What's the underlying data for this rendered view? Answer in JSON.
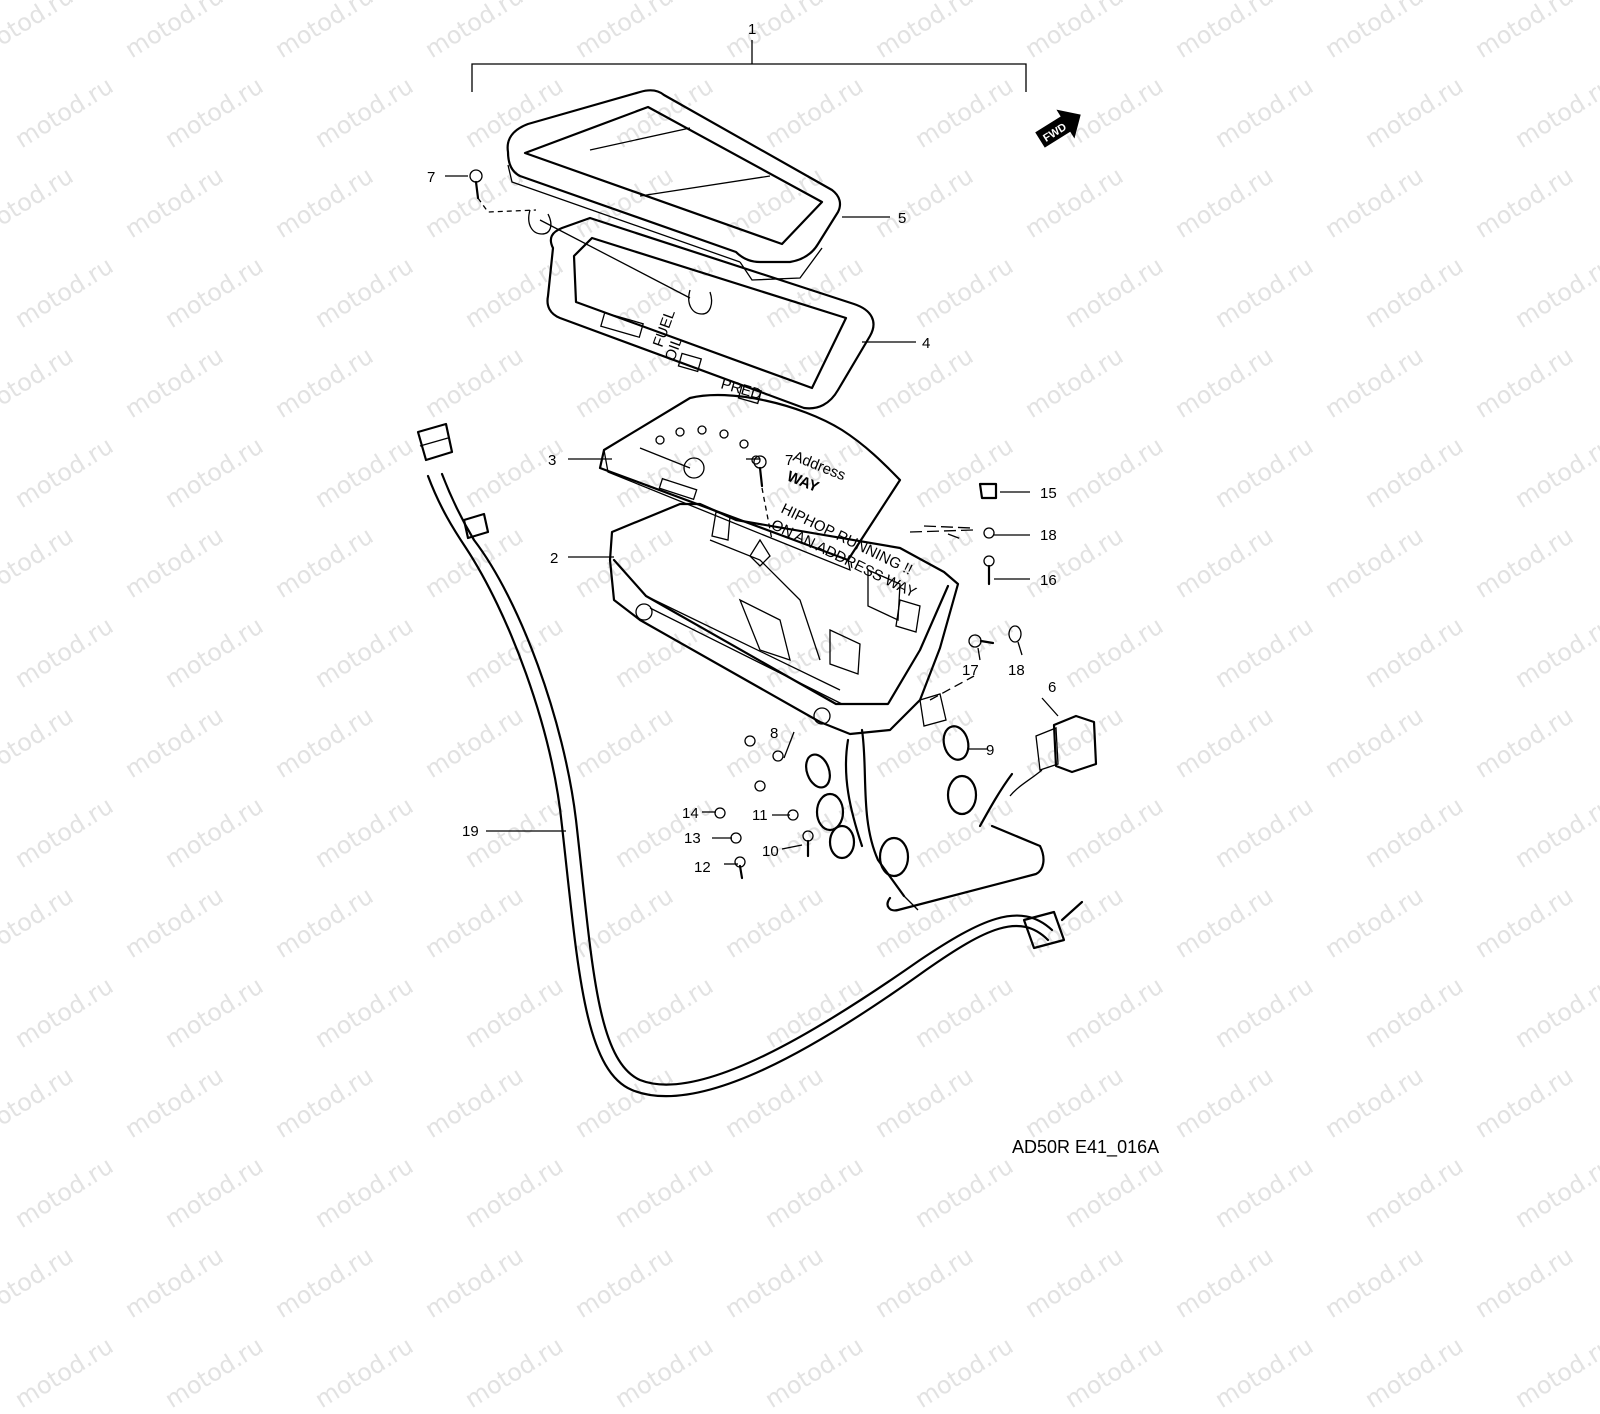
{
  "watermark": "motod.ru",
  "fwd_badge": "FWD",
  "diagram_code": "AD50R E41_016A",
  "panel_text": {
    "fuel_label_1": "FUEL",
    "fuel_label_2": "OIL",
    "brand_small": "Address",
    "brand_logo": "WAY",
    "slogan_1": "HIPHOP RUNNING !!",
    "slogan_2": "ON AN ADDRESS WAY",
    "pilot_label": "PRED"
  },
  "callouts": [
    "1",
    "2",
    "3",
    "4",
    "5",
    "6",
    "7",
    "7",
    "8",
    "9",
    "10",
    "11",
    "12",
    "13",
    "14",
    "15",
    "16",
    "17",
    "18",
    "18",
    "19"
  ],
  "colors": {
    "line": "#000000",
    "watermark": "#e2e2e2",
    "background": "#ffffff"
  }
}
